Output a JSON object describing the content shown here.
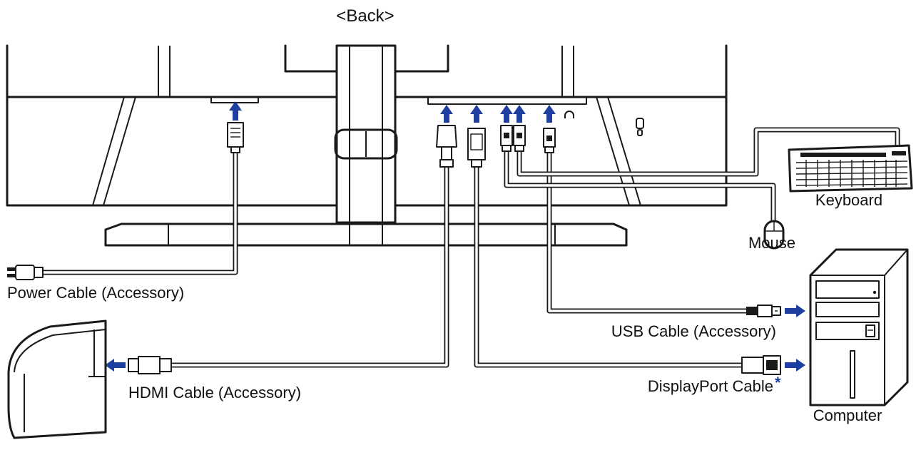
{
  "diagram": {
    "title": "<Back>",
    "labels": {
      "power_cable": "Power Cable (Accessory)",
      "hdmi_cable": "HDMI Cable (Accessory)",
      "usb_cable": "USB Cable (Accessory)",
      "displayport_cable": "DisplayPort Cable",
      "displayport_note_mark": "*",
      "keyboard": "Keyboard",
      "mouse": "Mouse",
      "computer": "Computer"
    },
    "colors": {
      "arrow": "#1f3fa0",
      "line": "#1a1a1a",
      "note_mark": "#1f3fa0"
    }
  }
}
